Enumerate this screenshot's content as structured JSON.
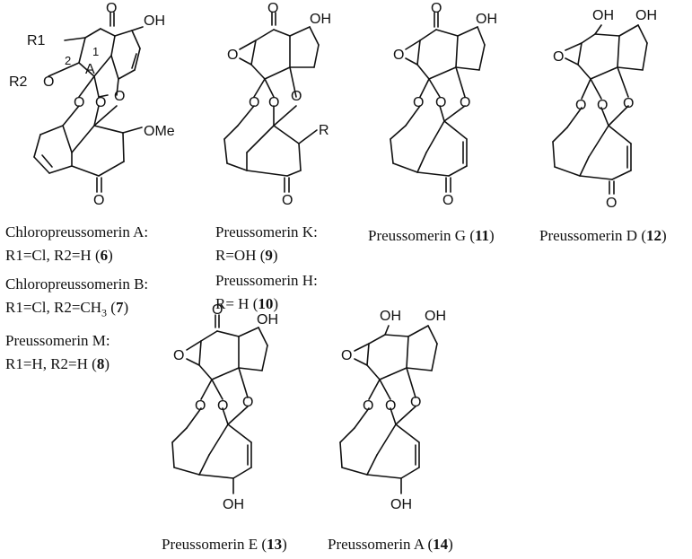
{
  "atoms": {
    "oxygen": "O",
    "hydroxyl": "OH",
    "methoxy": "OMe",
    "r1": "R1",
    "r2": "R2",
    "r": "R",
    "pos1": "1",
    "pos2": "2",
    "ringA": "A"
  },
  "compounds": {
    "chloroA": {
      "name": "Chloropreussomerin A:",
      "subst": "R1=Cl, R2=H (",
      "num": "6",
      "close": ")"
    },
    "chloroB": {
      "name": "Chloropreussomerin B:",
      "subst_a": "R1=Cl, R2=CH",
      "sub": "3",
      "subst_b": " (",
      "num": "7",
      "close": ")"
    },
    "pM": {
      "name": "Preussomerin M:",
      "subst": "R1=H, R2=H (",
      "num": "8",
      "close": ")"
    },
    "pK": {
      "name": "Preussomerin K:",
      "subst": "R=OH (",
      "num": "9",
      "close": ")"
    },
    "pH": {
      "name": "Preussomerin H:",
      "subst": "R= H (",
      "num": "10",
      "close": ")"
    },
    "pG": {
      "name": "Preussomerin G (",
      "num": "11",
      "close": ")"
    },
    "pD": {
      "name": "Preussomerin D (",
      "num": "12",
      "close": ")"
    },
    "pE": {
      "name": "Preussomerin E (",
      "num": "13",
      "close": ")"
    },
    "pA": {
      "name": "Preussomerin A (",
      "num": "14",
      "close": ")"
    }
  }
}
